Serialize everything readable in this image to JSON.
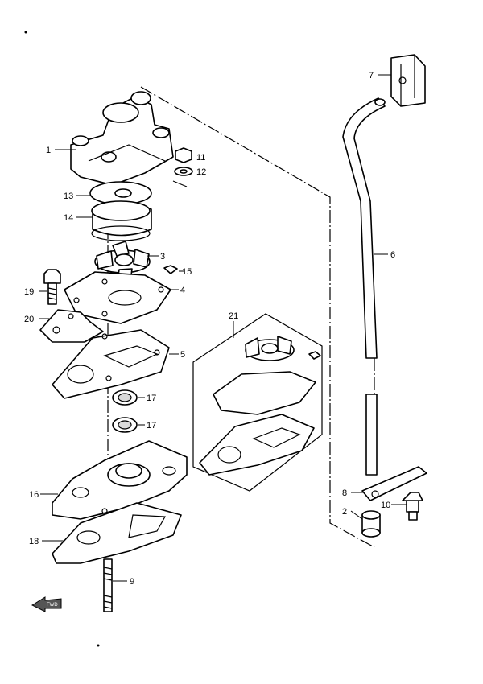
{
  "callouts": {
    "c1": "1",
    "c2": "2",
    "c3": "3",
    "c4": "4",
    "c5": "5",
    "c6": "6",
    "c7": "7",
    "c8": "8",
    "c9": "9",
    "c10": "10",
    "c11": "11",
    "c12": "12",
    "c13": "13",
    "c14": "14",
    "c15": "15",
    "c16": "16",
    "c17a": "17",
    "c17b": "17",
    "c18": "18",
    "c19": "19",
    "c20": "20",
    "c21": "21"
  },
  "fwd_marker": "FWD"
}
